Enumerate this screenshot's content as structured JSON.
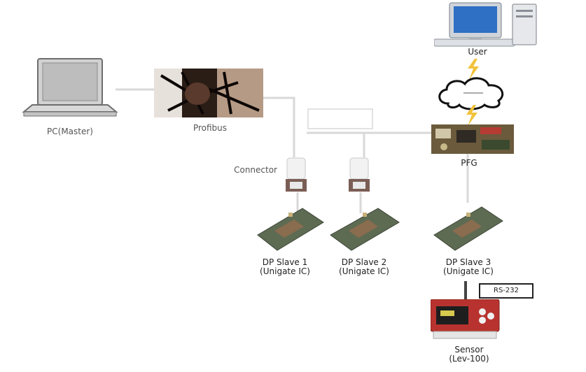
{
  "labels": {
    "user": "User",
    "pc_master": "PC(Master)",
    "profibus": "Profibus",
    "connector": "Connector",
    "pfg": "PFG",
    "slave1_line1": "DP Slave 1",
    "slave1_line2": "(Unigate IC)",
    "slave2_line1": "DP Slave 2",
    "slave2_line2": "(Unigate IC)",
    "slave3_line1": "DP Slave 3",
    "slave3_line2": "(Unigate IC)",
    "rs232": "RS-232",
    "sensor_line1": "Sensor",
    "sensor_line2": "(Lev-100)"
  },
  "colors": {
    "line": "#d6d6d6",
    "lightning": "#f2c23a",
    "sensor_red": "#b8332f",
    "board_green": "#5d6b52"
  },
  "icons": [
    "laptop-icon",
    "desktop-computer-icon",
    "cloud-icon",
    "lightning-icon",
    "profibus-photo",
    "pfg-board-icon",
    "connector-icon",
    "slave-board-icon",
    "sensor-device-icon"
  ]
}
